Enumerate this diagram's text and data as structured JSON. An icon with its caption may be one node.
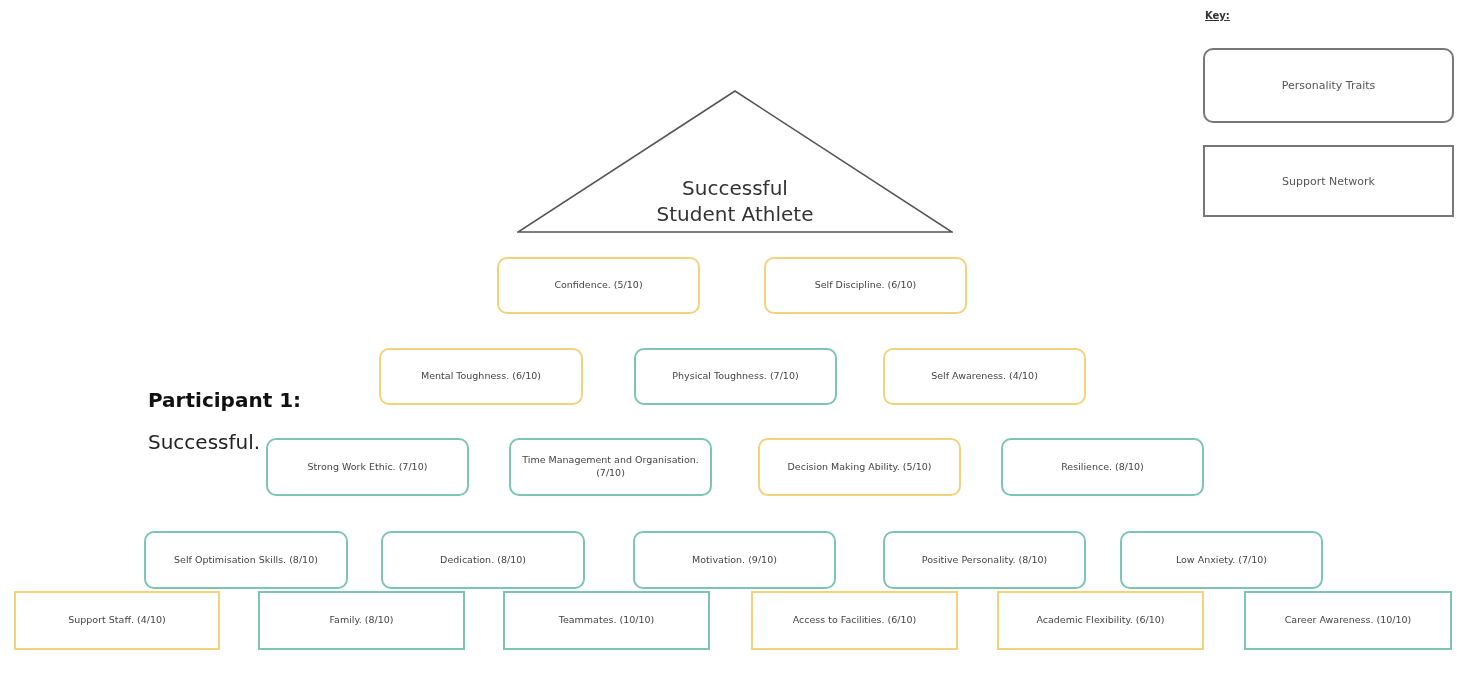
{
  "diagram": {
    "nodes": [
      {
        "text": [
          "Successful Student Athlete"
        ]
      },
      {
        "text": [
          "Confidence. (5/10)"
        ]
      },
      {
        "text": [
          "Self Discipline. (6/10)"
        ]
      },
      {
        "text": [
          "Mental Toughness. (6/10)"
        ]
      },
      {
        "text": [
          "Physical Toughness. (7/10)"
        ]
      },
      {
        "text": [
          "Self Awareness. (4/10)"
        ]
      },
      {
        "text": [
          "Strong Work Ethic. (7/10)"
        ]
      },
      {
        "text": [
          "Time Management and Organisation. (7/10)"
        ]
      },
      {
        "text": [
          "Decision Making Ability. (5/10)"
        ]
      },
      {
        "text": [
          "Resilience. (8/10)"
        ]
      },
      {
        "text": [
          "Self Optimisation Skills. (8/10)"
        ]
      },
      {
        "text": [
          "Dedication. (8/10)"
        ]
      },
      {
        "text": [
          "Motivation. (9/10)"
        ]
      },
      {
        "text": [
          "Positive Personality. (8/10)"
        ]
      },
      {
        "text": [
          "Low Anxiety. (7/10)"
        ]
      },
      {
        "text": [
          "Support Staff. (4/10)"
        ]
      },
      {
        "text": [
          "Family. (8/10)"
        ]
      },
      {
        "text": [
          "Teammates. (10/10)"
        ]
      },
      {
        "text": [
          "Access to Facilities. (6/10)"
        ]
      },
      {
        "text": [
          "Academic Flexibility. (6/10)"
        ]
      },
      {
        "text": [
          "Career Awareness. (10/10)"
        ]
      }
    ],
    "labels": [
      "Participant 1:",
      "Successful.",
      "Key:"
    ],
    "legend": [
      {
        "text": "Personality Traits"
      },
      {
        "text": "Support Network"
      }
    ]
  }
}
